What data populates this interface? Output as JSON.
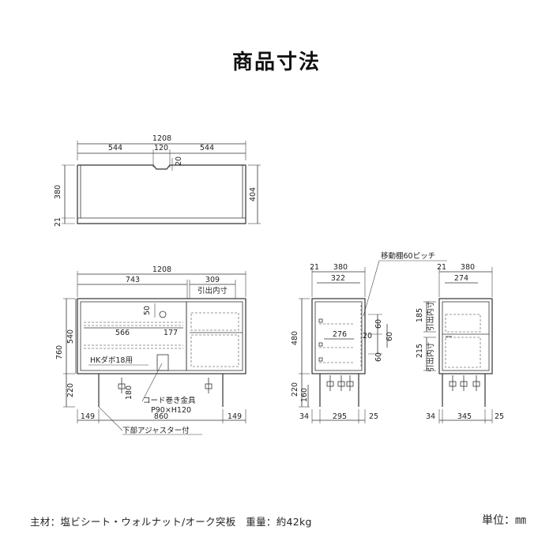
{
  "title": "商品寸法",
  "top_view": {
    "overall_width": "1208",
    "left_width": "544",
    "center_width": "120",
    "right_width": "544",
    "notch_depth": "20",
    "depth": "380",
    "front_offset": "21",
    "total_depth": "404"
  },
  "front_view": {
    "overall_width": "1208",
    "left_section": "743",
    "right_section": "309",
    "drawer_inner_label": "引出内寸",
    "shelf_width": "566",
    "shelf_gap": "177",
    "hole_dim": "50",
    "overall_height": "760",
    "body_height": "540",
    "leg_height": "220",
    "adjuster_height": "180",
    "leg_left_offset": "149",
    "leg_span": "860",
    "leg_right_offset": "149",
    "dowel_label": "HKダボ18用",
    "cord_label": "コード巻き金具",
    "cord_size": "P90×H120",
    "adjuster_label": "下部アジャスター付"
  },
  "side_view_left": {
    "shelf_pitch_label": "移動棚60ピッチ",
    "front_offset": "21",
    "depth": "380",
    "inner_depth": "322",
    "shelf_depth": "276",
    "gap": "20",
    "body_height": "480",
    "pitch_a": "60",
    "pitch_b": "60",
    "pitch_c": "60",
    "leg_height": "220",
    "adjuster_height": "160",
    "leg_front": "34",
    "leg_span": "295",
    "leg_back": "25"
  },
  "side_view_right": {
    "front_offset": "21",
    "depth": "380",
    "inner_depth": "274",
    "drawer_upper": "185",
    "drawer_lower": "215",
    "drawer_inner_label": "引出内寸",
    "leg_front": "34",
    "leg_span": "345",
    "leg_back": "25"
  },
  "footer": {
    "material": "主材：塩ビシート・ウォルナット/オーク突板　重量：約42kg",
    "unit": "単位：㎜"
  }
}
